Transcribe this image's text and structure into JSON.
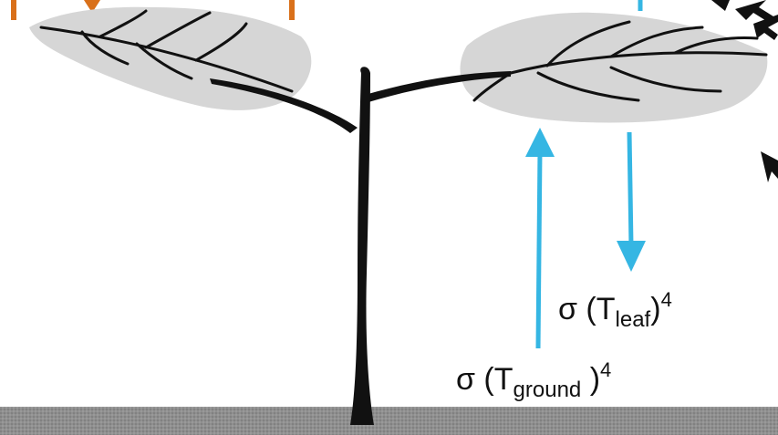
{
  "colors": {
    "arrow_blue": "#35b6e3",
    "frame_orange": "#d9701a",
    "leaf_fill": "#d6d6d6",
    "ground_fill": "#8f8f8f",
    "stem_black": "#111111"
  },
  "labels": {
    "leaf": {
      "sigma": "σ (T",
      "subscript": "leaf",
      "close": ")",
      "exponent": "4"
    },
    "ground": {
      "sigma": "σ (T",
      "subscript": "ground",
      "close": " )",
      "exponent": "4"
    }
  },
  "arrows": {
    "upward_meaning": "ground emission",
    "downward_meaning": "leaf emission"
  }
}
